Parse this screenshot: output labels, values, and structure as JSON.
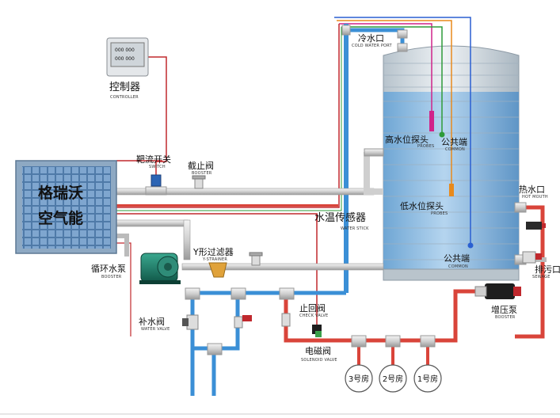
{
  "controller": {
    "display_line1": "000 000",
    "display_line2": "000 000",
    "label_cn": "控制器",
    "label_en": "CONTROLLER"
  },
  "heat_pump": {
    "line1": "格瑞沃",
    "line2": "空气能"
  },
  "switch": {
    "label_cn": "靶流开关",
    "label_en": "SWITCH"
  },
  "stop_valve": {
    "label_cn": "截止阀",
    "label_en": "BOOSTER"
  },
  "cold_water_port": {
    "label_cn": "冷水口",
    "label_en": "COLD WATER PORT"
  },
  "high_probe": {
    "label_cn": "高水位探头",
    "label_en": "PROBES"
  },
  "common_top": {
    "label_cn": "公共端",
    "label_en": "COMMON"
  },
  "low_probe": {
    "label_cn": "低水位探头",
    "label_en": "PROBES"
  },
  "water_temp_sensor": {
    "label_cn": "水温传感器",
    "label_en": "WATER STICK"
  },
  "y_strainer": {
    "label_cn": "Y形过滤器",
    "label_en": "Y-STRAINER"
  },
  "circ_pump": {
    "label_cn": "循环水泵",
    "label_en": "BOOSTER"
  },
  "common_bottom": {
    "label_cn": "公共端",
    "label_en": "COMMON"
  },
  "hot_water_port": {
    "label_cn": "热水口",
    "label_en": "HOT MOUTH"
  },
  "drain_port": {
    "label_cn": "排污口",
    "label_en": "SEWAGE"
  },
  "makeup_valve": {
    "label_cn": "补水阀",
    "label_en": "WATER VALVE"
  },
  "check_valve": {
    "label_cn": "止回阀",
    "label_en": "CHECK VALVE"
  },
  "booster_pump": {
    "label_cn": "增压泵",
    "label_en": "BOOSTER"
  },
  "solenoid_valve": {
    "label_cn": "电磁阀",
    "label_en": "SOLENOID VALVE"
  },
  "rooms": [
    "3号房",
    "2号房",
    "1号房"
  ],
  "colors": {
    "pipe_red": "#d9443a",
    "pipe_blue": "#3b8fd6",
    "tank_water": "#7fb3dc",
    "tank_body": "#c9d3db",
    "wire_red": "#c0282d",
    "wire_magenta": "#d0248a",
    "wire_green": "#2e9b3a",
    "wire_orange": "#e88a1c",
    "wire_blue": "#2a5fd1"
  }
}
